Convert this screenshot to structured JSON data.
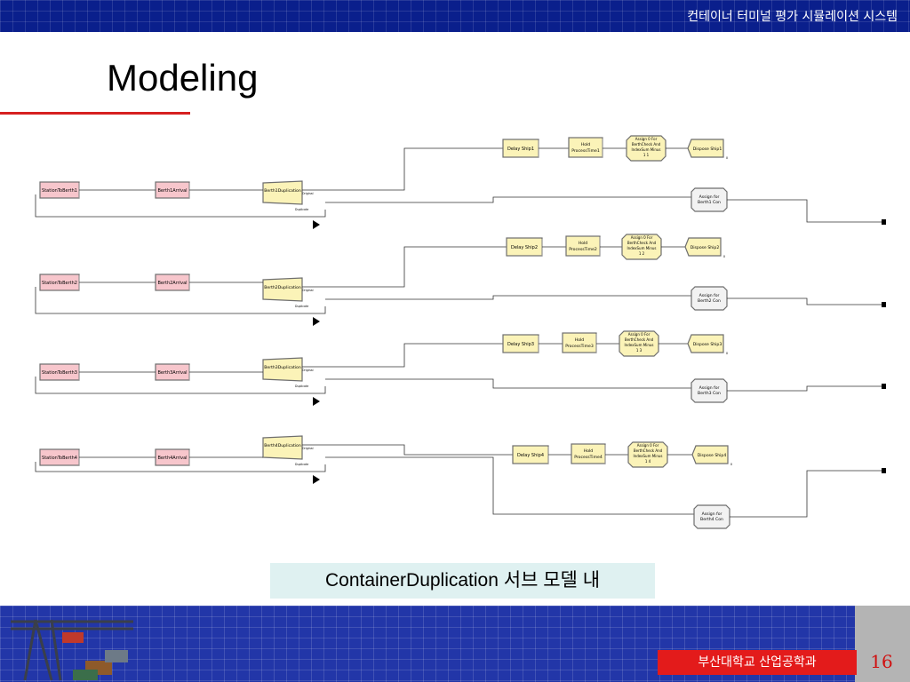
{
  "header": {
    "system_title": "컨테이너 터미널 평가 시뮬레이션 시스템"
  },
  "slide": {
    "title": "Modeling",
    "caption": "ContainerDuplication  서브 모델 내"
  },
  "footer": {
    "university": "부산대학교   산업공학과",
    "page_number": "16"
  },
  "diagram": {
    "rows": [
      {
        "station": "StationToBerth1",
        "arrival": "Berth1Arrival",
        "dup": "Berth1Duplication",
        "delay": "Delay Ship1",
        "hold": "Hold ProcessTime1",
        "assign_lines": [
          "Assign 0 For",
          "BerthCheck And",
          "IndexSum Minus",
          "1 1"
        ],
        "dispose": "Dispose Ship1",
        "assign_con": [
          "Assign for",
          "Berth1 Con"
        ]
      },
      {
        "station": "StationToBerth2",
        "arrival": "Berth2Arrival",
        "dup": "Berth2Duplication",
        "delay": "Delay Ship2",
        "hold": "Hold ProcessTime2",
        "assign_lines": [
          "Assign 0 For",
          "BerthCheck And",
          "IndexSum Minus",
          "1 2"
        ],
        "dispose": "Dispose Ship2",
        "assign_con": [
          "Assign for",
          "Berth2 Con"
        ]
      },
      {
        "station": "StationToBerth3",
        "arrival": "Berth3Arrival",
        "dup": "Berth3Duplication",
        "delay": "Delay Ship3",
        "hold": "Hold ProcessTime3",
        "assign_lines": [
          "Assign 0 For",
          "BerthCheck And",
          "IndexSum Minus",
          "1 3"
        ],
        "dispose": "Dispose Ship3",
        "assign_con": [
          "Assign for",
          "Berth3 Con"
        ]
      },
      {
        "station": "StationToBerth4",
        "arrival": "Berth4Arrival",
        "dup": "Berth4Duplication",
        "delay": "Delay Ship4",
        "hold": "Hold ProcessTime4",
        "assign_lines": [
          "Assign 0 For",
          "BerthCheck And",
          "IndexSum Minus",
          "1 4"
        ],
        "dispose": "Dispose Ship4",
        "assign_con": [
          "Assign for",
          "Berth4 Con"
        ]
      }
    ],
    "port_original": "Original",
    "port_duplicate": "Duplicate",
    "colors": {
      "station_fill": "#f7c6cc",
      "module_fill": "#fbf3b8",
      "border": "#6e6e6e"
    }
  }
}
